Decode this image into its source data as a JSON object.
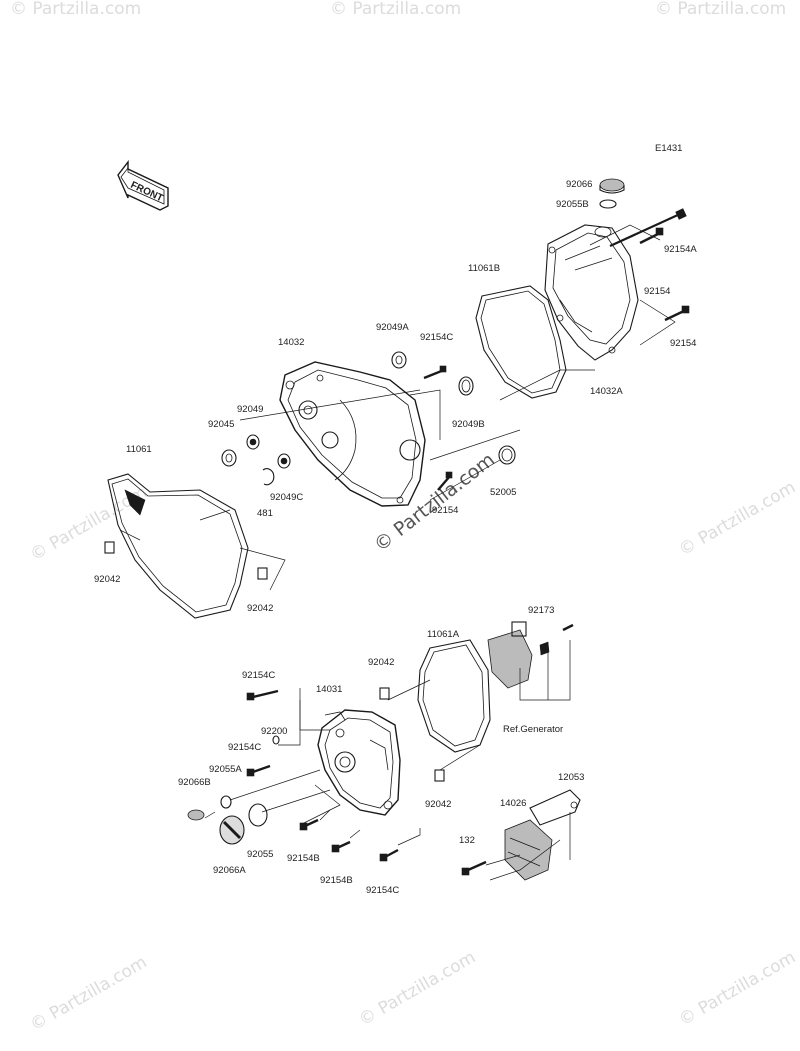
{
  "diagram": {
    "code": "E1431",
    "front_label": "FRONT",
    "ref_label": "Ref.Generator",
    "watermark": "© Partzilla.com",
    "parts": {
      "p92066": "92066",
      "p92055B": "92055B",
      "p92154A": "92154A",
      "p11061B": "11061B",
      "p92154_r1": "92154",
      "p92154_r2": "92154",
      "p92049A": "92049A",
      "p92154C_top": "92154C",
      "p14032": "14032",
      "p14032A": "14032A",
      "p92049": "92049",
      "p92045": "92045",
      "p11061": "11061",
      "p92049B": "92049B",
      "p52005": "52005",
      "p92154_mid": "92154",
      "p92049C": "92049C",
      "p481": "481",
      "p92042_left": "92042",
      "p92042_mid": "92042",
      "p92173": "92173",
      "p11061A": "11061A",
      "p92042_low1": "92042",
      "p92154C_low1": "92154C",
      "p14031": "14031",
      "p92200": "92200",
      "p92154C_low2": "92154C",
      "p92055A": "92055A",
      "p92066B": "92066B",
      "p92042_low2": "92042",
      "p12053": "12053",
      "p14026": "14026",
      "p92055": "92055",
      "p92066A": "92066A",
      "p92154B_1": "92154B",
      "p92154B_2": "92154B",
      "p132": "132",
      "p92154C_low3": "92154C"
    }
  }
}
